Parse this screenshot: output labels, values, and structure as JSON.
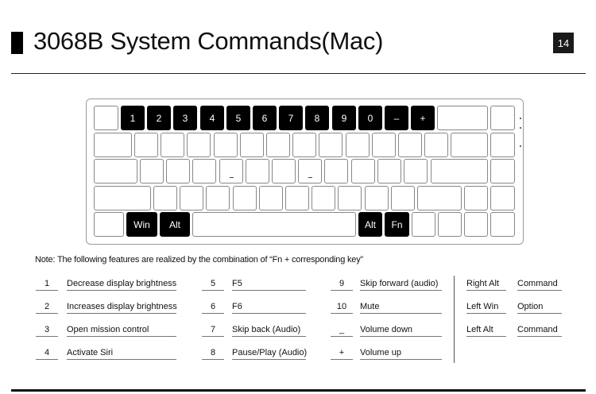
{
  "header": {
    "title": "3068B System Commands(Mac)",
    "page_number": "14"
  },
  "keyboard": {
    "number_row": [
      "1",
      "2",
      "3",
      "4",
      "5",
      "6",
      "7",
      "8",
      "9",
      "0",
      "–",
      "+"
    ],
    "bottom_row": {
      "left_win": "Win",
      "left_alt": "Alt",
      "right_alt": "Alt",
      "fn": "Fn"
    }
  },
  "note": "Note: The following features are realized by the combination of “Fn + corresponding key”",
  "functions": [
    [
      {
        "key": "1",
        "desc": "Decrease display brightness"
      },
      {
        "key": "2",
        "desc": "Increases display brightness"
      },
      {
        "key": "3",
        "desc": "Open mission control"
      },
      {
        "key": "4",
        "desc": "Activate Siri"
      }
    ],
    [
      {
        "key": "5",
        "desc": "F5"
      },
      {
        "key": "6",
        "desc": "F6"
      },
      {
        "key": "7",
        "desc": "Skip back (Audio)"
      },
      {
        "key": "8",
        "desc": "Pause/Play (Audio)"
      }
    ],
    [
      {
        "key": "9",
        "desc": "Skip forward (audio)"
      },
      {
        "key": "10",
        "desc": "Mute"
      },
      {
        "key": "_",
        "desc": "Volume down"
      },
      {
        "key": "+",
        "desc": "Volume up"
      }
    ]
  ],
  "mappings": [
    {
      "windows": "Right Alt",
      "mac": "Command"
    },
    {
      "windows": "Left Win",
      "mac": "Option"
    },
    {
      "windows": "Left Alt",
      "mac": "Command"
    }
  ]
}
